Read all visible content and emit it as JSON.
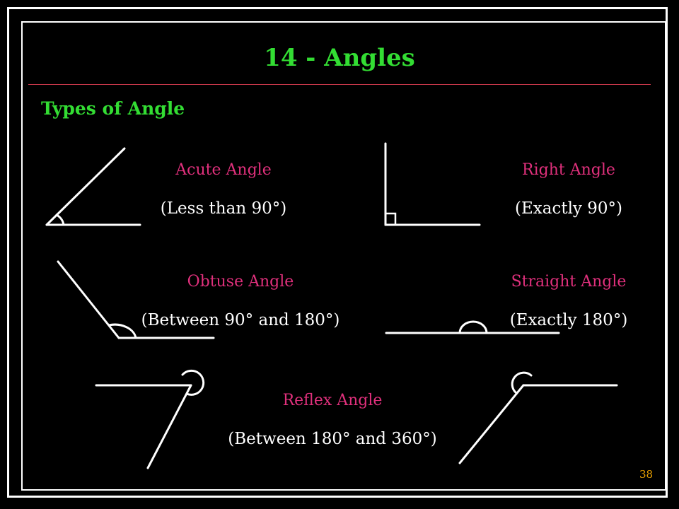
{
  "slide": {
    "title": "14 - Angles",
    "subtitle": "Types of Angle",
    "page_number": "38"
  },
  "angles": {
    "acute": {
      "name": "Acute Angle",
      "description": "(Less than 90°)"
    },
    "right": {
      "name": "Right Angle",
      "description": "(Exactly 90°)"
    },
    "obtuse": {
      "name": "Obtuse Angle",
      "description": "(Between 90° and 180°)"
    },
    "straight": {
      "name": "Straight Angle",
      "description": "(Exactly 180°)"
    },
    "reflex": {
      "name": "Reflex Angle",
      "description": "(Between 180° and 360°)"
    }
  },
  "colors": {
    "title": "#33dd33",
    "angle_name": "#e0307c",
    "description": "#ffffff",
    "divider": "#c8384a",
    "page_number": "#e8a000",
    "background": "#000000"
  }
}
